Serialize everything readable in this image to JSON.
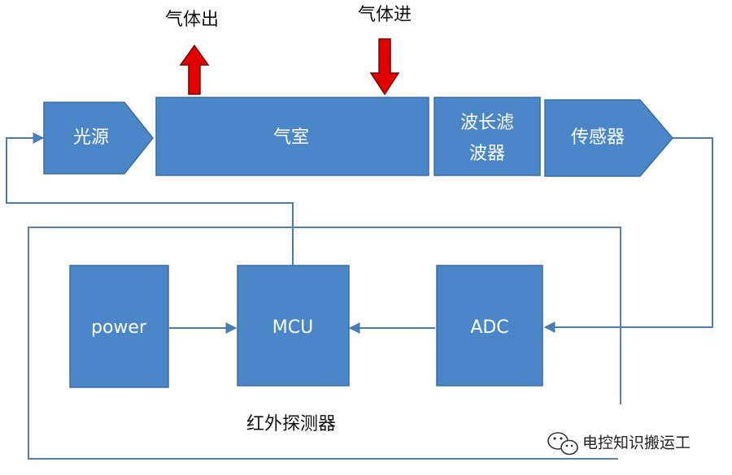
{
  "labels": {
    "gas_out": "气体出",
    "gas_in": "气体进",
    "light_source": "光源",
    "gas_chamber": "气室",
    "filter_line1": "波长滤",
    "filter_line2": "波器",
    "sensor": "传感器",
    "power": "power",
    "mcu": "MCU",
    "adc": "ADC",
    "detector_title": "红外探测器"
  },
  "watermark": {
    "text": "电控知识搬运工",
    "icon": "wechat-icon"
  },
  "colors": {
    "box_fill": "#4a86c8",
    "box_stroke": "#3a6ea5",
    "connector": "#4a7db5",
    "gas_arrow": "#e00000",
    "gas_arrow_stroke": "#7a0000",
    "outline": "#5a7fa8"
  }
}
